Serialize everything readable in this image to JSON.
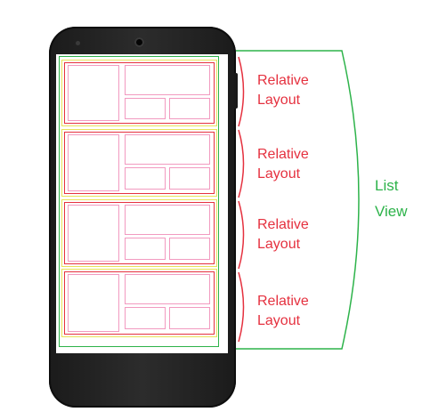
{
  "relative_layout_labels": [
    "Relative\nLayout",
    "Relative\nLayout",
    "Relative\nLayout",
    "Relative\nLayout"
  ],
  "list_view_label": "List\nView",
  "colors": {
    "list_view": "#2db34a",
    "row_outline": "#e8e25a",
    "relative_layout": "#e5313f",
    "child_view": "#f29ac0",
    "phone_body": "#222222"
  }
}
